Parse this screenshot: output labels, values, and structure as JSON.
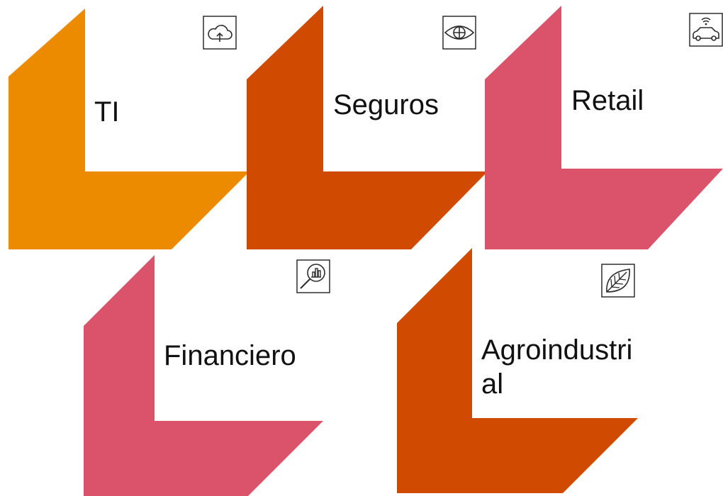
{
  "colors": {
    "orange": "#ED8B00",
    "burnt_orange": "#D04A02",
    "rose": "#DB536A",
    "icon_stroke": "#2D2D2D"
  },
  "sectors": [
    {
      "label": "TI",
      "color": "orange",
      "icon": "cloud-upload-icon"
    },
    {
      "label": "Seguros",
      "color": "burnt_orange",
      "icon": "eye-crosshair-icon"
    },
    {
      "label": "Retail",
      "color": "rose",
      "icon": "connected-car-icon"
    },
    {
      "label": "Financiero",
      "color": "rose",
      "icon": "magnifier-chart-icon"
    },
    {
      "label": "Agroindustrial",
      "color": "burnt_orange",
      "icon": "leaf-icon"
    }
  ]
}
